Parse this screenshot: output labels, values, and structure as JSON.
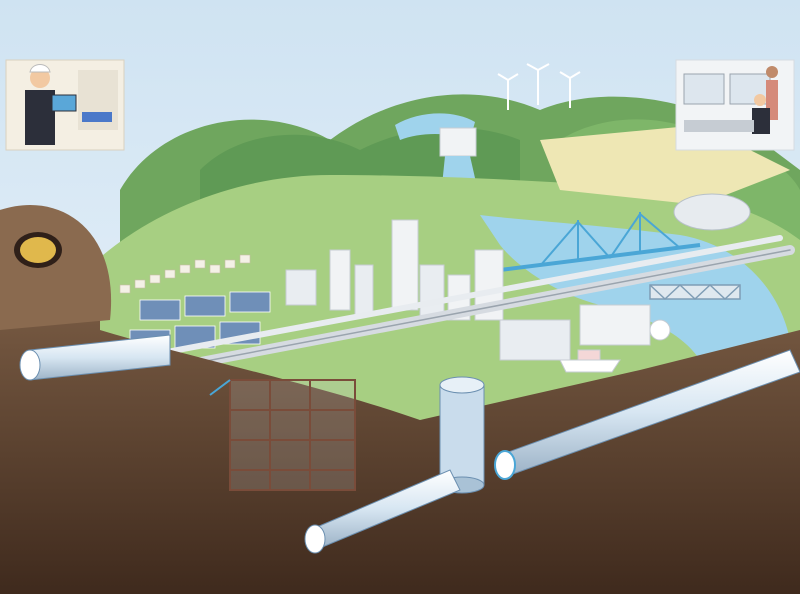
{
  "colors": {
    "sky_top": "#cfe3f2",
    "sky_bottom": "#eef5fb",
    "hill_dark": "#5f9a55",
    "hill_light": "#8cc26f",
    "ground_green": "#a7cf82",
    "field_yellow": "#eee7b4",
    "water": "#9fd3ec",
    "soil_top": "#8a6a4f",
    "soil_bottom": "#3f2a1d",
    "pipe_blue": "#4aa6d6",
    "building_white": "#f1f3f5",
    "building_shadow": "#c6ccd3",
    "solar_panel": "#6f8fb8",
    "steel_frame": "#7a4c3a"
  },
  "illustration": {
    "elements": [
      "tunnel-portal",
      "underground-pipe",
      "shield-tunnel-boring-machine",
      "vertical-shaft",
      "solar-panel-field",
      "high-rise-buildings",
      "residential-houses",
      "cable-stayed-bridge",
      "truss-bridge",
      "railway",
      "expressway",
      "dam",
      "wind-turbines",
      "stadium-dome",
      "factory",
      "harbor-ship",
      "construction-site-steel-frame",
      "construction-worker-tablet-inset",
      "control-room-operators-inset"
    ]
  }
}
